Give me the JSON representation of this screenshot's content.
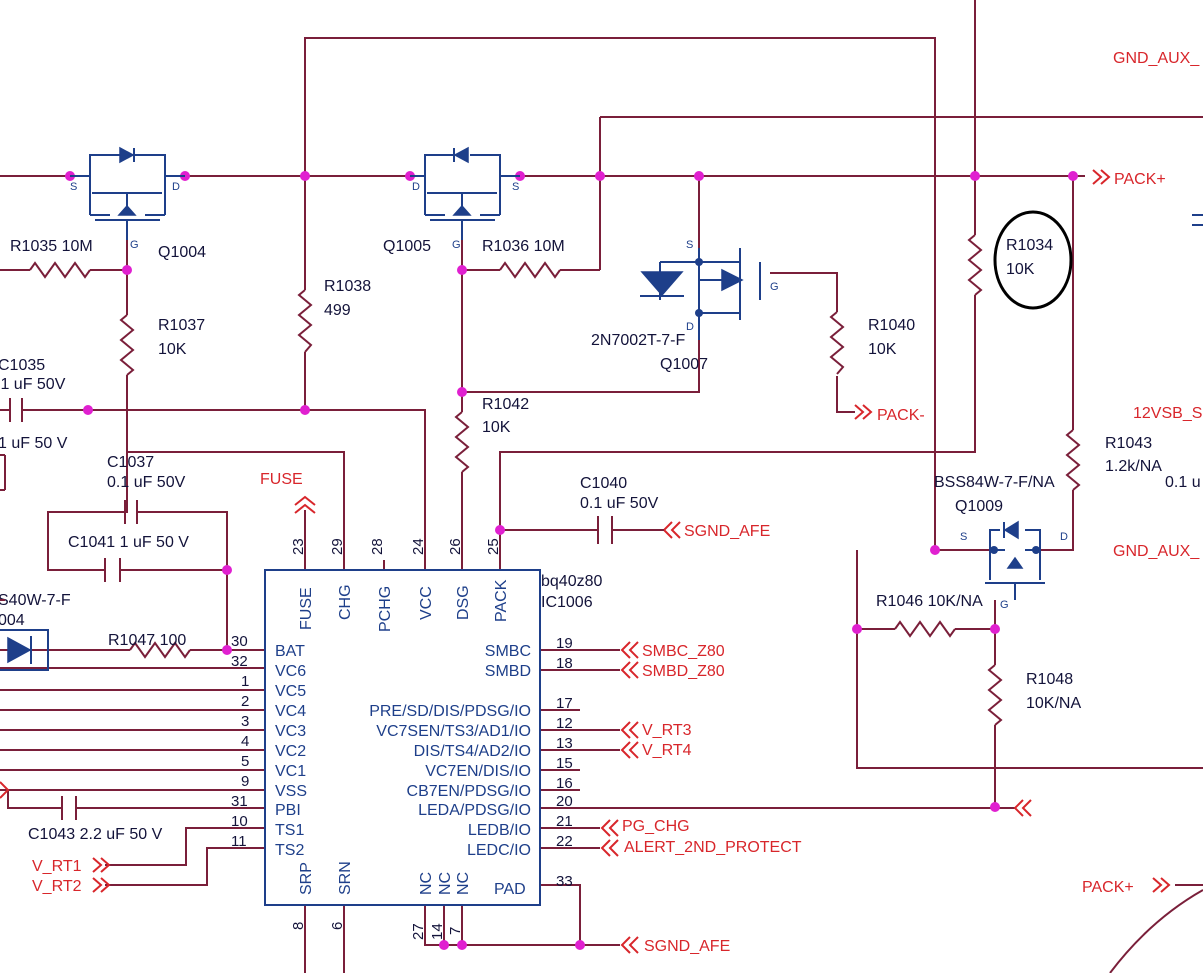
{
  "ic": {
    "part": "bq40z80",
    "ref": "IC1006",
    "top_pins": [
      {
        "num": "23",
        "name": "FUSE"
      },
      {
        "num": "29",
        "name": "CHG"
      },
      {
        "num": "28",
        "name": "PCHG"
      },
      {
        "num": "24",
        "name": "VCC"
      },
      {
        "num": "26",
        "name": "DSG"
      },
      {
        "num": "25",
        "name": "PACK"
      }
    ],
    "left_pins": [
      {
        "num": "30",
        "name": "BAT"
      },
      {
        "num": "32",
        "name": "VC6"
      },
      {
        "num": "1",
        "name": "VC5"
      },
      {
        "num": "2",
        "name": "VC4"
      },
      {
        "num": "3",
        "name": "VC3"
      },
      {
        "num": "4",
        "name": "VC2"
      },
      {
        "num": "5",
        "name": "VC1"
      },
      {
        "num": "9",
        "name": "VSS"
      },
      {
        "num": "31",
        "name": "PBI"
      },
      {
        "num": "10",
        "name": "TS1"
      },
      {
        "num": "11",
        "name": "TS2"
      }
    ],
    "right_pins": [
      {
        "num": "19",
        "name": "SMBC"
      },
      {
        "num": "18",
        "name": "SMBD"
      },
      {
        "num": "17",
        "name": "PRE/SD/DIS/PDSG/IO"
      },
      {
        "num": "12",
        "name": "VC7SEN/TS3/AD1/IO"
      },
      {
        "num": "13",
        "name": "DIS/TS4/AD2/IO"
      },
      {
        "num": "15",
        "name": "VC7EN/DIS/IO"
      },
      {
        "num": "16",
        "name": "CB7EN/PDSG/IO"
      },
      {
        "num": "20",
        "name": "LEDA/PDSG/IO"
      },
      {
        "num": "21",
        "name": "LEDB/IO"
      },
      {
        "num": "22",
        "name": "LEDC/IO"
      }
    ],
    "bottom_pins": [
      {
        "num": "8",
        "name": "SRP"
      },
      {
        "num": "6",
        "name": "SRN"
      },
      {
        "num": "27",
        "name": "NC"
      },
      {
        "num": "14",
        "name": "NC"
      },
      {
        "num": "7",
        "name": "NC"
      },
      {
        "num": "33",
        "name": "PAD"
      }
    ]
  },
  "components": {
    "q1004": "Q1004",
    "q1005": "Q1005",
    "q1007": "Q1007",
    "q1007_part": "2N7002T-7-F",
    "q1009": "Q1009",
    "q1009_part": "BSS84W-7-F/NA",
    "r1035": "R1035 10M",
    "r1036": "R1036 10M",
    "r1037_ref": "R1037",
    "r1037_val": "10K",
    "r1038_ref": "R1038",
    "r1038_val": "499",
    "r1040_ref": "R1040",
    "r1040_val": "10K",
    "r1042_ref": "R1042",
    "r1042_val": "10K",
    "r1034_ref": "R1034",
    "r1034_val": "10K",
    "r1043_ref": "R1043",
    "r1043_val": "1.2k/NA",
    "r1046": "R1046 10K/NA",
    "r1048_ref": "R1048",
    "r1048_val": "10K/NA",
    "r1047": "R1047 100",
    "c1035_ref": "C1035",
    "c1035_val": ".1 uF 50V",
    "c1035_val2": "1 uF 50 V",
    "c1037_ref": "C1037",
    "c1037_val": "0.1 uF 50V",
    "c1040_ref": "C1040",
    "c1040_val": "0.1 uF 50V",
    "c1041": "C1041 1 uF 50 V",
    "c1043": "C1043 2.2 uF 50 V",
    "d_partial": "S40W-7-F",
    "d_ref_partial": "004",
    "cap_right_partial": "0.1 u"
  },
  "nets": {
    "gnd_aux_top": "GND_AUX_",
    "pack_plus": "PACK+",
    "pack_minus": "PACK-",
    "v12sb": "12VSB_S",
    "gnd_aux_mid": "GND_AUX_",
    "fuse": "FUSE",
    "sgnd_afe": "SGND_AFE",
    "smbc": "SMBC_Z80",
    "smbd": "SMBD_Z80",
    "v_rt3": "V_RT3",
    "v_rt4": "V_RT4",
    "pg_chg": "PG_CHG",
    "alert": "ALERT_2ND_PROTECT",
    "v_rt1": "V_RT1",
    "v_rt2": "V_RT2",
    "sgnd_afe_bottom": "SGND_AFE",
    "pack_plus_bottom": "PACK+"
  },
  "mosfet_pins": {
    "s": "S",
    "d": "D",
    "g": "G"
  },
  "colors": {
    "wire": "#7a1f3a",
    "symbol": "#1e3f8a",
    "net_label": "#d8262b",
    "junction": "#e020d0"
  }
}
